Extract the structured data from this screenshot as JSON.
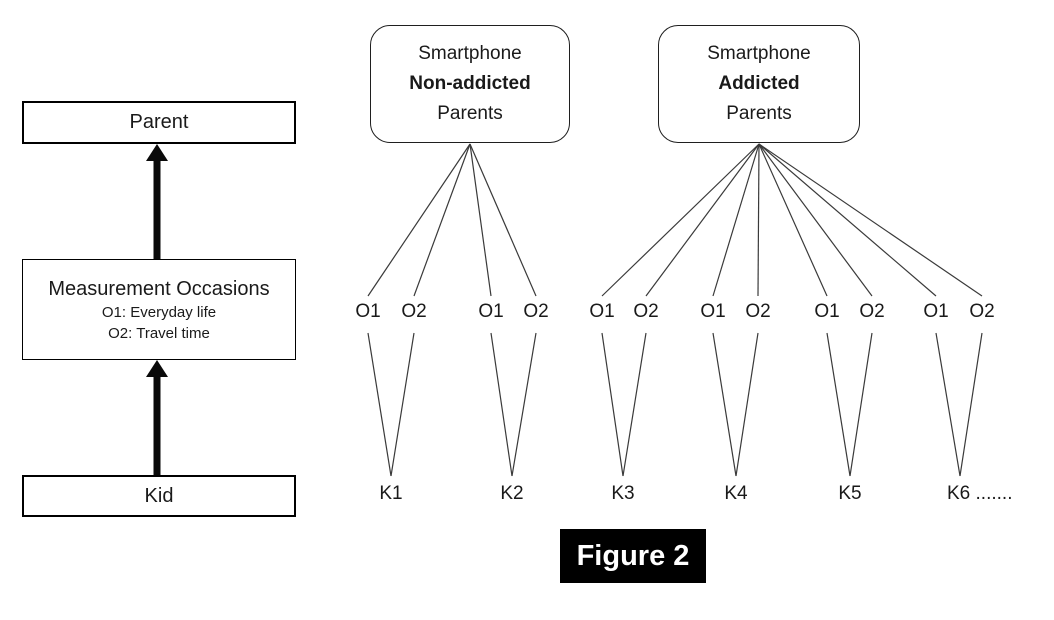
{
  "caption": "Figure 2",
  "left_column": {
    "parent_label": "Parent",
    "measurement": {
      "title": "Measurement Occasions",
      "line1": "O1: Everyday life",
      "line2": "O2: Travel time"
    },
    "kid_label": "Kid"
  },
  "groups": {
    "non_addicted": {
      "line1": "Smartphone",
      "line2": "Non-addicted",
      "line3": "Parents"
    },
    "addicted": {
      "line1": "Smartphone",
      "line2": "Addicted",
      "line3": "Parents"
    }
  },
  "occasions": {
    "o1": "O1",
    "o2": "O2"
  },
  "kids": {
    "k1": "K1",
    "k2": "K2",
    "k3": "K3",
    "k4": "K4",
    "k5": "K5",
    "k6": "K6 ......."
  },
  "colors": {
    "line": "#3a3a3a",
    "border": "#000000",
    "arrow": "#0a0a0a",
    "caption_bg": "#000000",
    "caption_text": "#ffffff"
  }
}
